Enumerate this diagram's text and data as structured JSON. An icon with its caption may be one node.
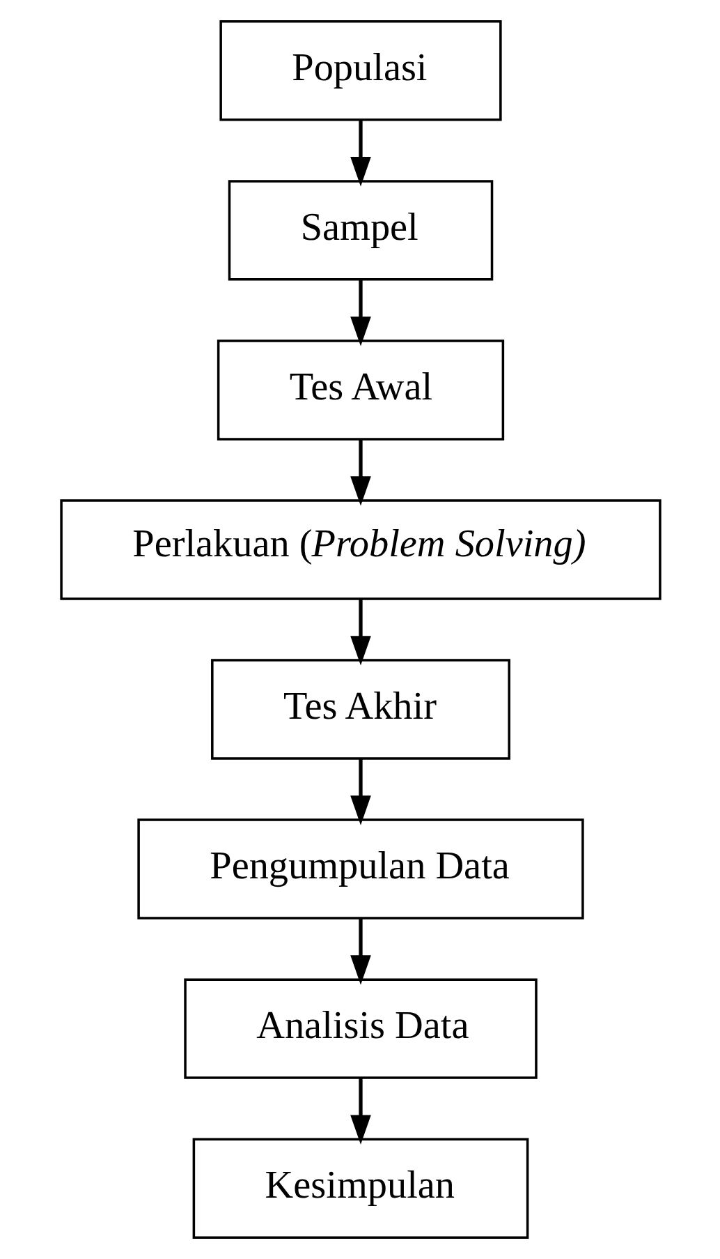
{
  "diagram": {
    "nodes": [
      {
        "text": [
          "Populasi"
        ]
      },
      {
        "text": [
          "Sampel"
        ]
      },
      {
        "text": [
          "Tes Awal"
        ]
      },
      {
        "text": [
          "Perlakuan (*Problem Solving)*"
        ]
      },
      {
        "text": [
          "Tes Akhir"
        ]
      },
      {
        "text": [
          "Pengumpulan Data"
        ]
      },
      {
        "text": [
          "Analisis Data"
        ]
      },
      {
        "text": [
          "Kesimpulan"
        ]
      }
    ],
    "edges": [
      {
        "from": 0,
        "to": 1,
        "arrow": "to"
      },
      {
        "from": 1,
        "to": 2,
        "arrow": "to"
      },
      {
        "from": 2,
        "to": 3,
        "arrow": "to"
      },
      {
        "from": 3,
        "to": 4,
        "arrow": "to"
      },
      {
        "from": 4,
        "to": 5,
        "arrow": "to"
      },
      {
        "from": 5,
        "to": 6,
        "arrow": "to"
      },
      {
        "from": 6,
        "to": 7,
        "arrow": "to"
      }
    ]
  }
}
